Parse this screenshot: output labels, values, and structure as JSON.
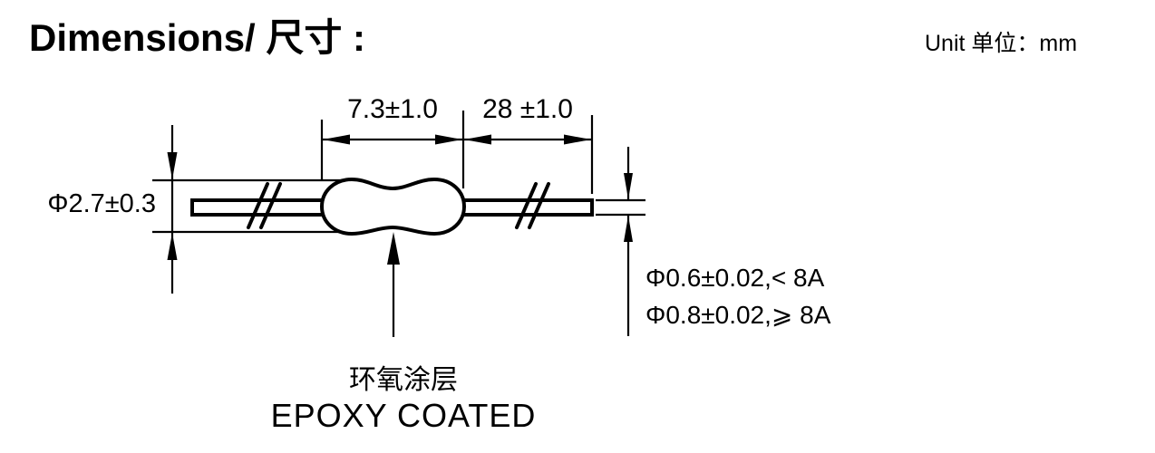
{
  "page": {
    "title": "Dimensions/ 尺寸 :",
    "unit_label": "Unit 单位：mm",
    "background_color": "#ffffff",
    "ink_color": "#000000"
  },
  "diagram": {
    "component": "axial leaded component with epoxy coated body",
    "body_length_label": "7.3±1.0",
    "lead_length_label": "28 ±1.0",
    "body_diameter_label": "Φ2.7±0.3",
    "lead_diameter_small_label": "Φ0.6±0.02,< 8A",
    "lead_diameter_large_label": "Φ0.8±0.02,⩾ 8A",
    "coating_label_cn": "环氧涂层",
    "coating_label_en": "EPOXY COATED"
  }
}
